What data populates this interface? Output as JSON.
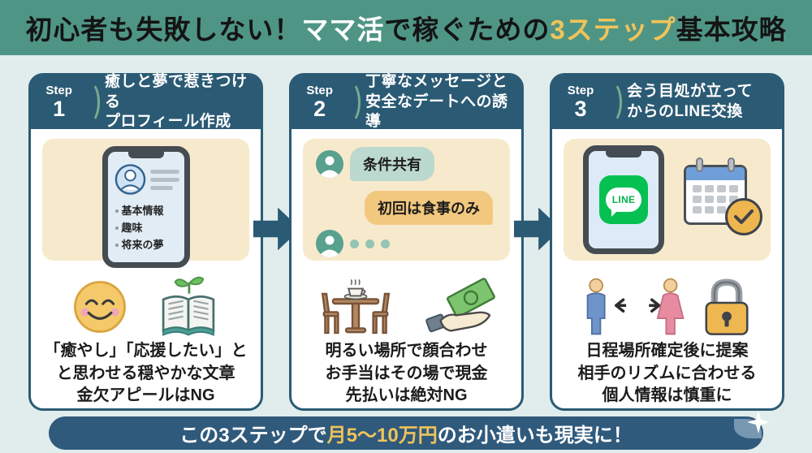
{
  "header": {
    "title_parts": [
      {
        "text": "初心者も失敗しない！"
      },
      {
        "text": "ママ活"
      },
      {
        "text": "で稼ぐための"
      },
      {
        "text": "3ステップ"
      },
      {
        "text": "基本攻略"
      }
    ]
  },
  "steps": [
    {
      "label": "Step",
      "number": "1",
      "title_line1": "癒しと夢で惹きつける",
      "title_line2": "プロフィール作成",
      "phone_bullets": [
        "基本情報",
        "趣味",
        "将来の夢"
      ],
      "caption_lines": [
        "「癒やし」「応援したい」と",
        "と思わせる穏やかな文章",
        "金欠アピールはNG"
      ]
    },
    {
      "label": "Step",
      "number": "2",
      "title_line1": "丁寧なメッセージと",
      "title_line2": "安全なデートへの誘導",
      "bubble_1": "条件共有",
      "bubble_2": "初回は食事のみ",
      "caption_lines": [
        "明るい場所で顔合わせ",
        "お手当はその場で現金",
        "先払いは絶対NG"
      ]
    },
    {
      "label": "Step",
      "number": "3",
      "title_line1": "会う目処が立って",
      "title_line2": "からのLINE交換",
      "line_app_label": "LINE",
      "caption_lines": [
        "日程場所確定後に提案",
        "相手のリズムに合わせる",
        "個人情報は慎重に"
      ]
    }
  ],
  "footer": {
    "parts": [
      {
        "text": "この3ステップで"
      },
      {
        "text": "月5〜10万円"
      },
      {
        "text": "のお小遣いも現実に！"
      }
    ]
  },
  "icons": {
    "step1": [
      "smartphone-profile-icon",
      "smiley-face-icon",
      "open-book-sprout-icon"
    ],
    "step2": [
      "chat-avatar-icon",
      "cafe-table-icon",
      "hand-money-icon"
    ],
    "step3": [
      "line-app-icon",
      "calendar-check-icon",
      "man-woman-arrow-icon",
      "padlock-icon"
    ],
    "footer": [
      "sparkle-icon"
    ],
    "flow": [
      "right-arrow-icon"
    ]
  },
  "colors": {
    "page_bg": "#e0edec",
    "banner_teal": "#4f9585",
    "card_dark_blue": "#2b5a74",
    "accent_gold": "#f0c35a",
    "illustration_beige": "#f7e9cc",
    "bubble_teal": "#bcd9cf",
    "bubble_orange": "#f2c87e",
    "line_green": "#06c152"
  }
}
